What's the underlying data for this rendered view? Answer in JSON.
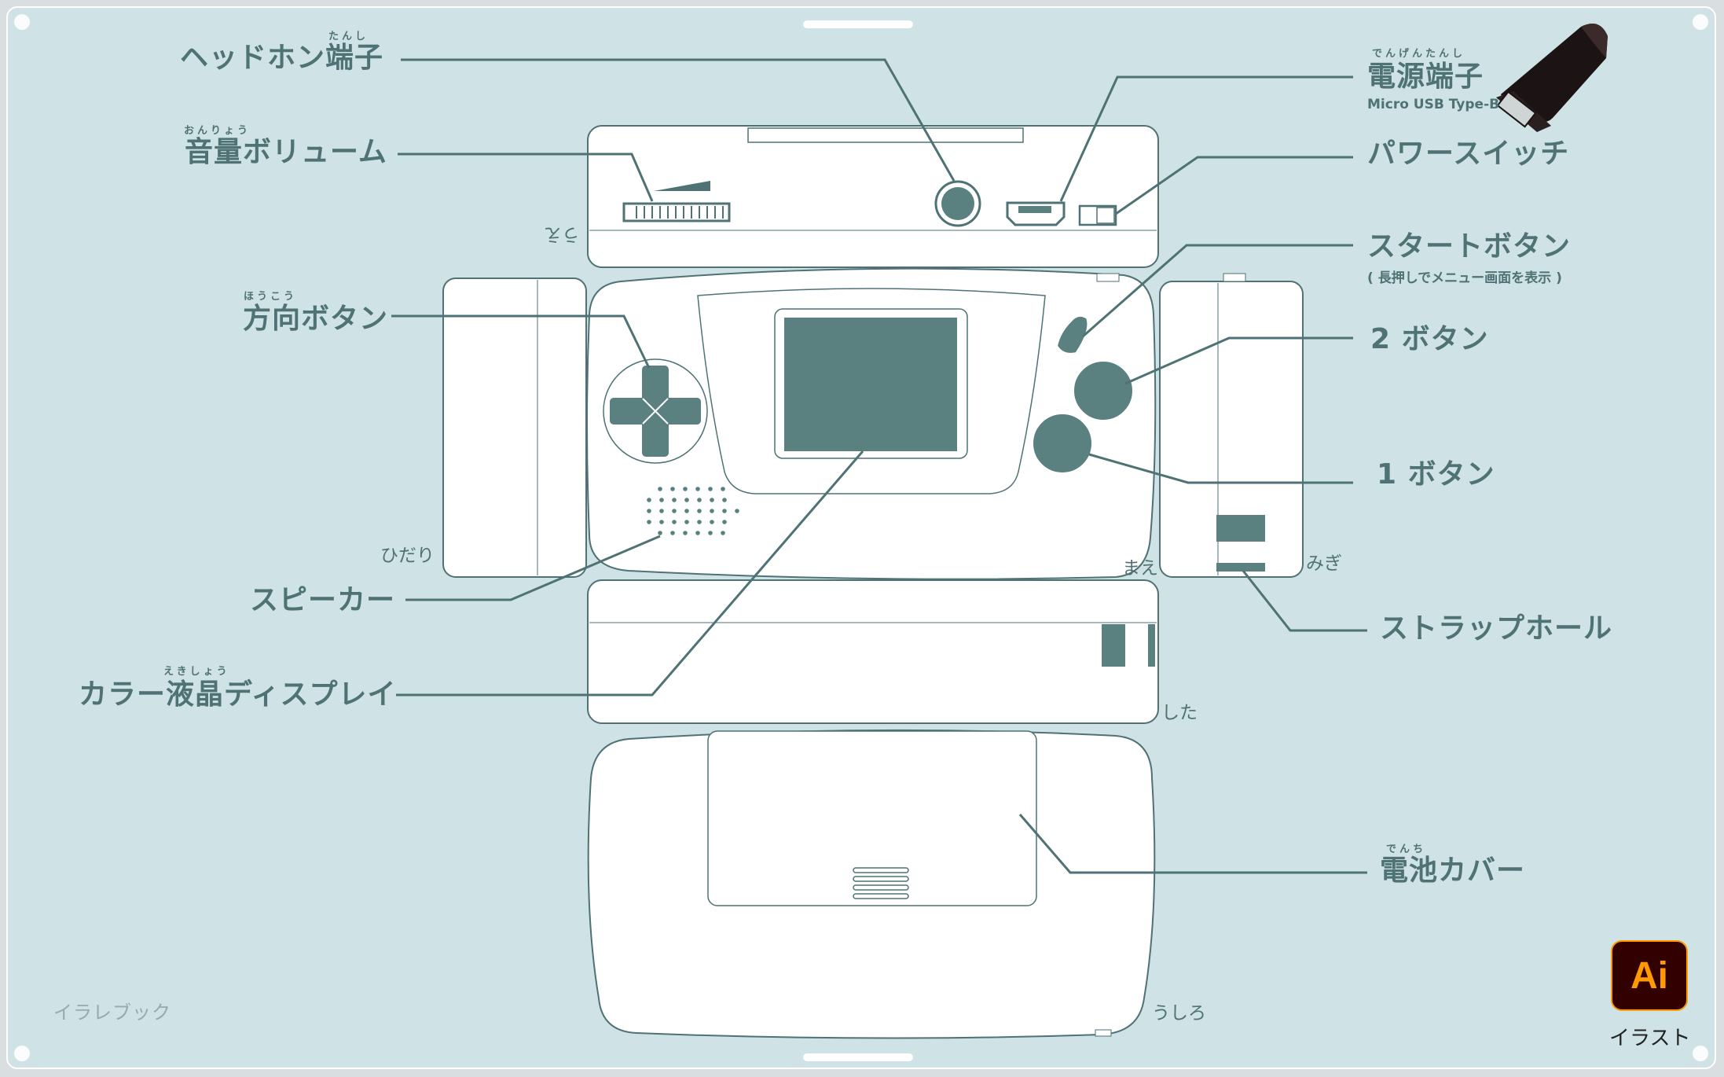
{
  "labels": {
    "headphone": {
      "text": "ヘッドホン端子",
      "ruby": "たんし"
    },
    "volume": {
      "text": "音量ボリューム",
      "ruby": "おんりょう"
    },
    "dpad": {
      "text": "方向ボタン",
      "ruby": "ほうこう"
    },
    "speaker": {
      "text": "スピーカー"
    },
    "display": {
      "text": "カラー液晶ディスプレイ",
      "ruby": "えきしょう"
    },
    "power_port": {
      "text": "電源端子",
      "ruby": "でんげんたんし",
      "sub": "Micro USB Type-B"
    },
    "power_switch": {
      "text": "パワースイッチ"
    },
    "start": {
      "text": "スタートボタン",
      "sub": "( 長押しでメニュー画面を表示 )"
    },
    "button2": {
      "text": "2 ボタン"
    },
    "button1": {
      "text": "1 ボタン"
    },
    "strap": {
      "text": "ストラップホール"
    },
    "battery": {
      "text": "電池カバー",
      "ruby": "でんち"
    }
  },
  "sides": {
    "top": "うえ",
    "left": "ひだり",
    "front": "まえ",
    "right": "みぎ",
    "bottom": "した",
    "back": "うしろ"
  },
  "credit": "イラレブック",
  "badge": {
    "text": "Ai",
    "caption": "イラスト"
  },
  "colors": {
    "background": "#cfe2e5",
    "device_fill": "#ffffff",
    "device_line": "#4f7274",
    "dark": "#5a8080",
    "cable": "#1c1414"
  }
}
